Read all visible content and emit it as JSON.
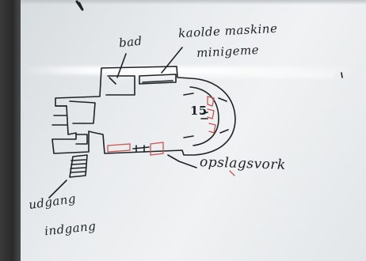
{
  "labels": {
    "bad": "bad",
    "kaolde_maskine": "kaolde maskine",
    "minigeme": "minigeme",
    "number": "15",
    "opslagsvork": "opslagsvork",
    "udgang": "udgang",
    "indgang": "indgang"
  },
  "colors": {
    "whiteboard": "#eceff0",
    "ink": "#1d2326",
    "red_marker": "#c95555",
    "frame": "#2b2b2b"
  }
}
